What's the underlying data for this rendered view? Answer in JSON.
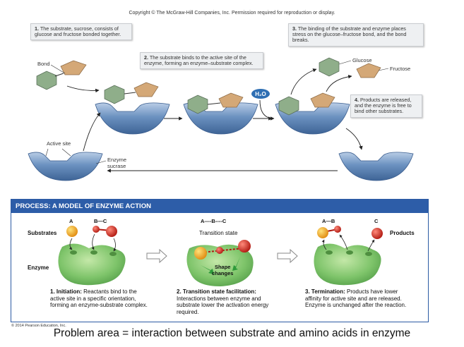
{
  "copyright": "Copyright © The McGraw-Hill Companies, Inc. Permission required for reproduction or display.",
  "top": {
    "step1": {
      "num": "1.",
      "text": "The substrate, sucrose, consists of glucose and fructose bonded together."
    },
    "step2": {
      "num": "2.",
      "text": "The substrate binds to the active site of the enzyme, forming an enzyme–substrate complex."
    },
    "step3": {
      "num": "3.",
      "text": "The binding of the substrate and enzyme places stress on the glucose–fructose bond, and the bond breaks."
    },
    "step4": {
      "num": "4.",
      "text": "Products are released, and the enzyme is free to bind other substrates."
    },
    "labels": {
      "bond": "Bond",
      "glucose": "Glucose",
      "fructose": "Fructose",
      "active_site": "Active site",
      "enzyme_line1": "Enzyme",
      "enzyme_line2": "sucrase",
      "water": "H2O"
    },
    "colors": {
      "glucose": "#8fae8a",
      "fructose": "#d4a877",
      "enzyme": "#5f86b6",
      "arrow": "#222222"
    }
  },
  "process": {
    "title": "PROCESS: A MODEL OF ENZYME ACTION",
    "row_labels": {
      "substrates": "Substrates",
      "enzyme": "Enzyme",
      "products": "Products"
    },
    "stage1": {
      "formula_a": "A",
      "formula_bc": "B—C",
      "caption_title": "1. Initiation:",
      "caption_text": "Reactants bind to the active site in a specific orientation, forming an enzyme-substrate complex."
    },
    "stage2": {
      "formula": "A----B----C",
      "label": "Transition state",
      "shape_line1": "Shape",
      "shape_line2": "changes",
      "caption_title": "2. Transition state facilitation:",
      "caption_text": "Interactions between enzyme and substrate lower the activation energy required."
    },
    "stage3": {
      "formula_ab": "A—B",
      "formula_c": "C",
      "caption_title": "3. Termination:",
      "caption_text": "Products have lower affinity for active site and are released. Enzyme is unchanged after the reaction."
    },
    "colors": {
      "header": "#2d5da8",
      "enzyme": "#7ec46a",
      "atom_a": "#f0a020",
      "atom_c": "#d42a20"
    }
  },
  "pearson": "© 2014 Pearson Education, Inc.",
  "note": "Problem area = interaction between substrate and amino acids in enzyme"
}
